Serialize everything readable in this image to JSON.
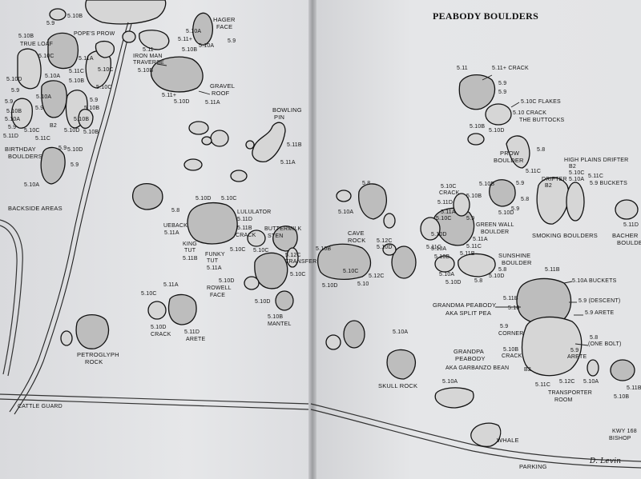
{
  "title": "PEABODY BOULDERS",
  "left_labels": {
    "g510b_top": "5.10B",
    "g59_topleft": "5.9",
    "g510b_left": "5.10B",
    "true_loaf": "TRUE LOAF",
    "popes_prow": "POPE'S PROW",
    "g510c_a": "5.10C",
    "g511a_a": "5.11A",
    "g510d_a": "5.10D",
    "g510a_a": "5.10A",
    "g59_a": "5.9",
    "g511c_a": "5.11C",
    "g510c_b": "5.10C",
    "g510b_a": "5.10B",
    "g510c_c": "5.10C",
    "g59_b": "5.9",
    "g510a_b": "5.10A",
    "g510b_b": "5.10B",
    "g59_c": "5.9",
    "g59_d": "5.9",
    "g510b_c": "5.10B",
    "g510a_c": "5.10A",
    "g510b_d": "5.10B",
    "g59_e": "5.9",
    "g511d_a": "5.11D",
    "g510c_d": "5.10C",
    "b2": "B2",
    "g511c_b": "5.11C",
    "g510d_b": "5.10D",
    "g510b_e": "5.10B",
    "birthday": "BIRTHDAY",
    "boulders": "BOULDERS",
    "g510d_c": "5.10D",
    "g59_f": "5.9",
    "g510a_d": "5.10A",
    "g59_g": "5.9",
    "hager": "HAGER",
    "face": "FACE",
    "g510a_e": "5.10A",
    "g511_a": "5.11+",
    "g510a_f": "5.10A",
    "g59_h": "5.9",
    "g511_b": "5.11",
    "iron_man": "IRON MAN",
    "traverse": "TRAVERSE",
    "g510b_f": "5.10B",
    "g510b_g": "5.10B",
    "gravel": "GRAVEL",
    "roof": "ROOF",
    "g511_c": "5.11+",
    "g510d_d": "5.10D",
    "g511a_b": "5.11A",
    "bowling": "BOWLING",
    "pin": "PIN",
    "g511b_a": "5.11B",
    "g511a_c": "5.11A",
    "backside": "BACKSIDE AREAS",
    "g510d_e": "5.10D",
    "g510c_e": "5.10C",
    "g58_a": "5.8",
    "ueback": "UEBACK",
    "g511a_d": "5.11A",
    "lululator": "LULULATOR",
    "g511d_b": "5.11D",
    "g511b_b": "5.11B",
    "crack_a": "CRACK",
    "buttermilk": "BUTTERMILK",
    "sten": "STEN",
    "king": "KING",
    "tut_a": "TUT",
    "g511b_c": "5.11B",
    "funky": "FUNKY",
    "tut_b": "TUT",
    "g511a_e": "5.11A",
    "g510c_f": "5.10C",
    "g510c_g": "5.10C",
    "g512c_a": "5.12C",
    "transfer": "TRANSFER",
    "g510d_f": "5.10D",
    "rowell": "ROWELL",
    "face_b": "FACE",
    "g510c_h": "5.10C",
    "g511a_f": "5.11A",
    "g510c_i": "5.10C",
    "g510d_g": "5.10D",
    "crack_b": "CRACK",
    "g511d_c": "5.11D",
    "arete_a": "ARETE",
    "g510d_h": "5.10D",
    "g510b_h": "5.10B",
    "mantel": "MANTEL",
    "petroglyph": "PETROGLYPH",
    "rock": "ROCK",
    "cattle_guard": "CATTLE GUARD"
  },
  "right_labels": {
    "g511": "5.11",
    "g511_crack": "5.11+ CRACK",
    "g59_a": "5.9",
    "g59_b": "5.9",
    "g510c_flakes": "5.10C FLAKES",
    "g510_crack": "5.10 CRACK",
    "buttocks": "THE BUTTOCKS",
    "g510b_a": "5.10B",
    "g510d_a": "5.10D",
    "prow": "PROW",
    "boulder_a": "BOULDER",
    "g58_a": "5.8",
    "g511c_a": "5.11C",
    "g58_b": "5.8",
    "g510a_a": "5.10A",
    "g510c_a": "5.10C",
    "crack_a": "CRACK",
    "g510b_b": "5.10B",
    "g511d_a": "5.11D",
    "g59_c": "5.9",
    "g510b_c": "5.10B",
    "g510d_b": "5.10D",
    "g511a_a": "5.11A",
    "g510c_b": "5.10C",
    "green_wall": "GREEN WALL",
    "boulder_b": "BOULDER",
    "g511a_b": "5.11A",
    "g59_d": "5.9",
    "g510d_c": "5.10D",
    "g510a_b": "5.10A",
    "g511c_b": "5.11C",
    "g510b_d": "5.10B",
    "g511b_a": "5.11B",
    "high_plains": "HIGH PLAINS DRIFTER",
    "b2": "B2",
    "g510c_c": "5.10C",
    "g510a_c": "5.10A",
    "g511c_c": "5.11C",
    "g59_buckets": "5.9 BUCKETS",
    "drifter": "DRIFTER",
    "b2_b": "B2",
    "smoking": "SMOKING BOULDERS",
    "g511d_b": "5.11D",
    "bacher": "BACHER",
    "boulder_c": "BOULDER",
    "g59_e": "5.9",
    "g58_c": "5.8",
    "cave": "CAVE",
    "rock_a": "ROCK",
    "g512c_a": "5.12C",
    "g510d_d": "5.10D",
    "g510b_e": "5.10B",
    "g510d_e": "5.10D",
    "g510c_d": "5.10C",
    "g512c_b": "5.12C",
    "g510_a": "5.10",
    "g511c_d": "5.11C",
    "sunshine": "SUNSHINE",
    "boulder_d": "BOULDER",
    "g510a_d": "5.10A",
    "g510d_f": "5.10D",
    "g58_d": "5.8",
    "g58_e": "5.8",
    "g510d_g": "5.10D",
    "g511b_b": "5.11B",
    "g510a_buckets": "5.10A BUCKETS",
    "grandma": "GRANDMA PEABODY",
    "split_pea": "AKA SPLIT PEA",
    "g511b_c": "5.11B",
    "g59_descent": "5.9 (DESCENT)",
    "g510": "5.10",
    "g59_arete": "5.9 ARETE",
    "g59_f": "5.9",
    "corner": "CORNER",
    "g510a_e": "5.10A",
    "g58_one_bolt": "5.8",
    "one_bolt": "(ONE BOLT)",
    "g510b_f": "5.10B",
    "crack_b": "CRACK",
    "g59_arete2": "5.9",
    "arete_b": "ARETE",
    "grandpa": "GRANDPA",
    "peabody": "PEABODY",
    "garbanzo": "AKA GARBANZO BEAN",
    "b2_c": "B2",
    "g511c_e": "5.11C",
    "g512c_c": "5.12C",
    "g510a_f": "5.10A",
    "transporter": "TRANSPORTER",
    "room": "ROOM",
    "g511b_d": "5.11B",
    "g510b_g": "5.10B",
    "skull": "SKULL ROCK",
    "g510a_g": "5.10A",
    "whale": "WHALE",
    "parking": "PARKING",
    "kwy": "KWY 168",
    "bishop": "BISHOP",
    "signature": "D. Levin"
  }
}
